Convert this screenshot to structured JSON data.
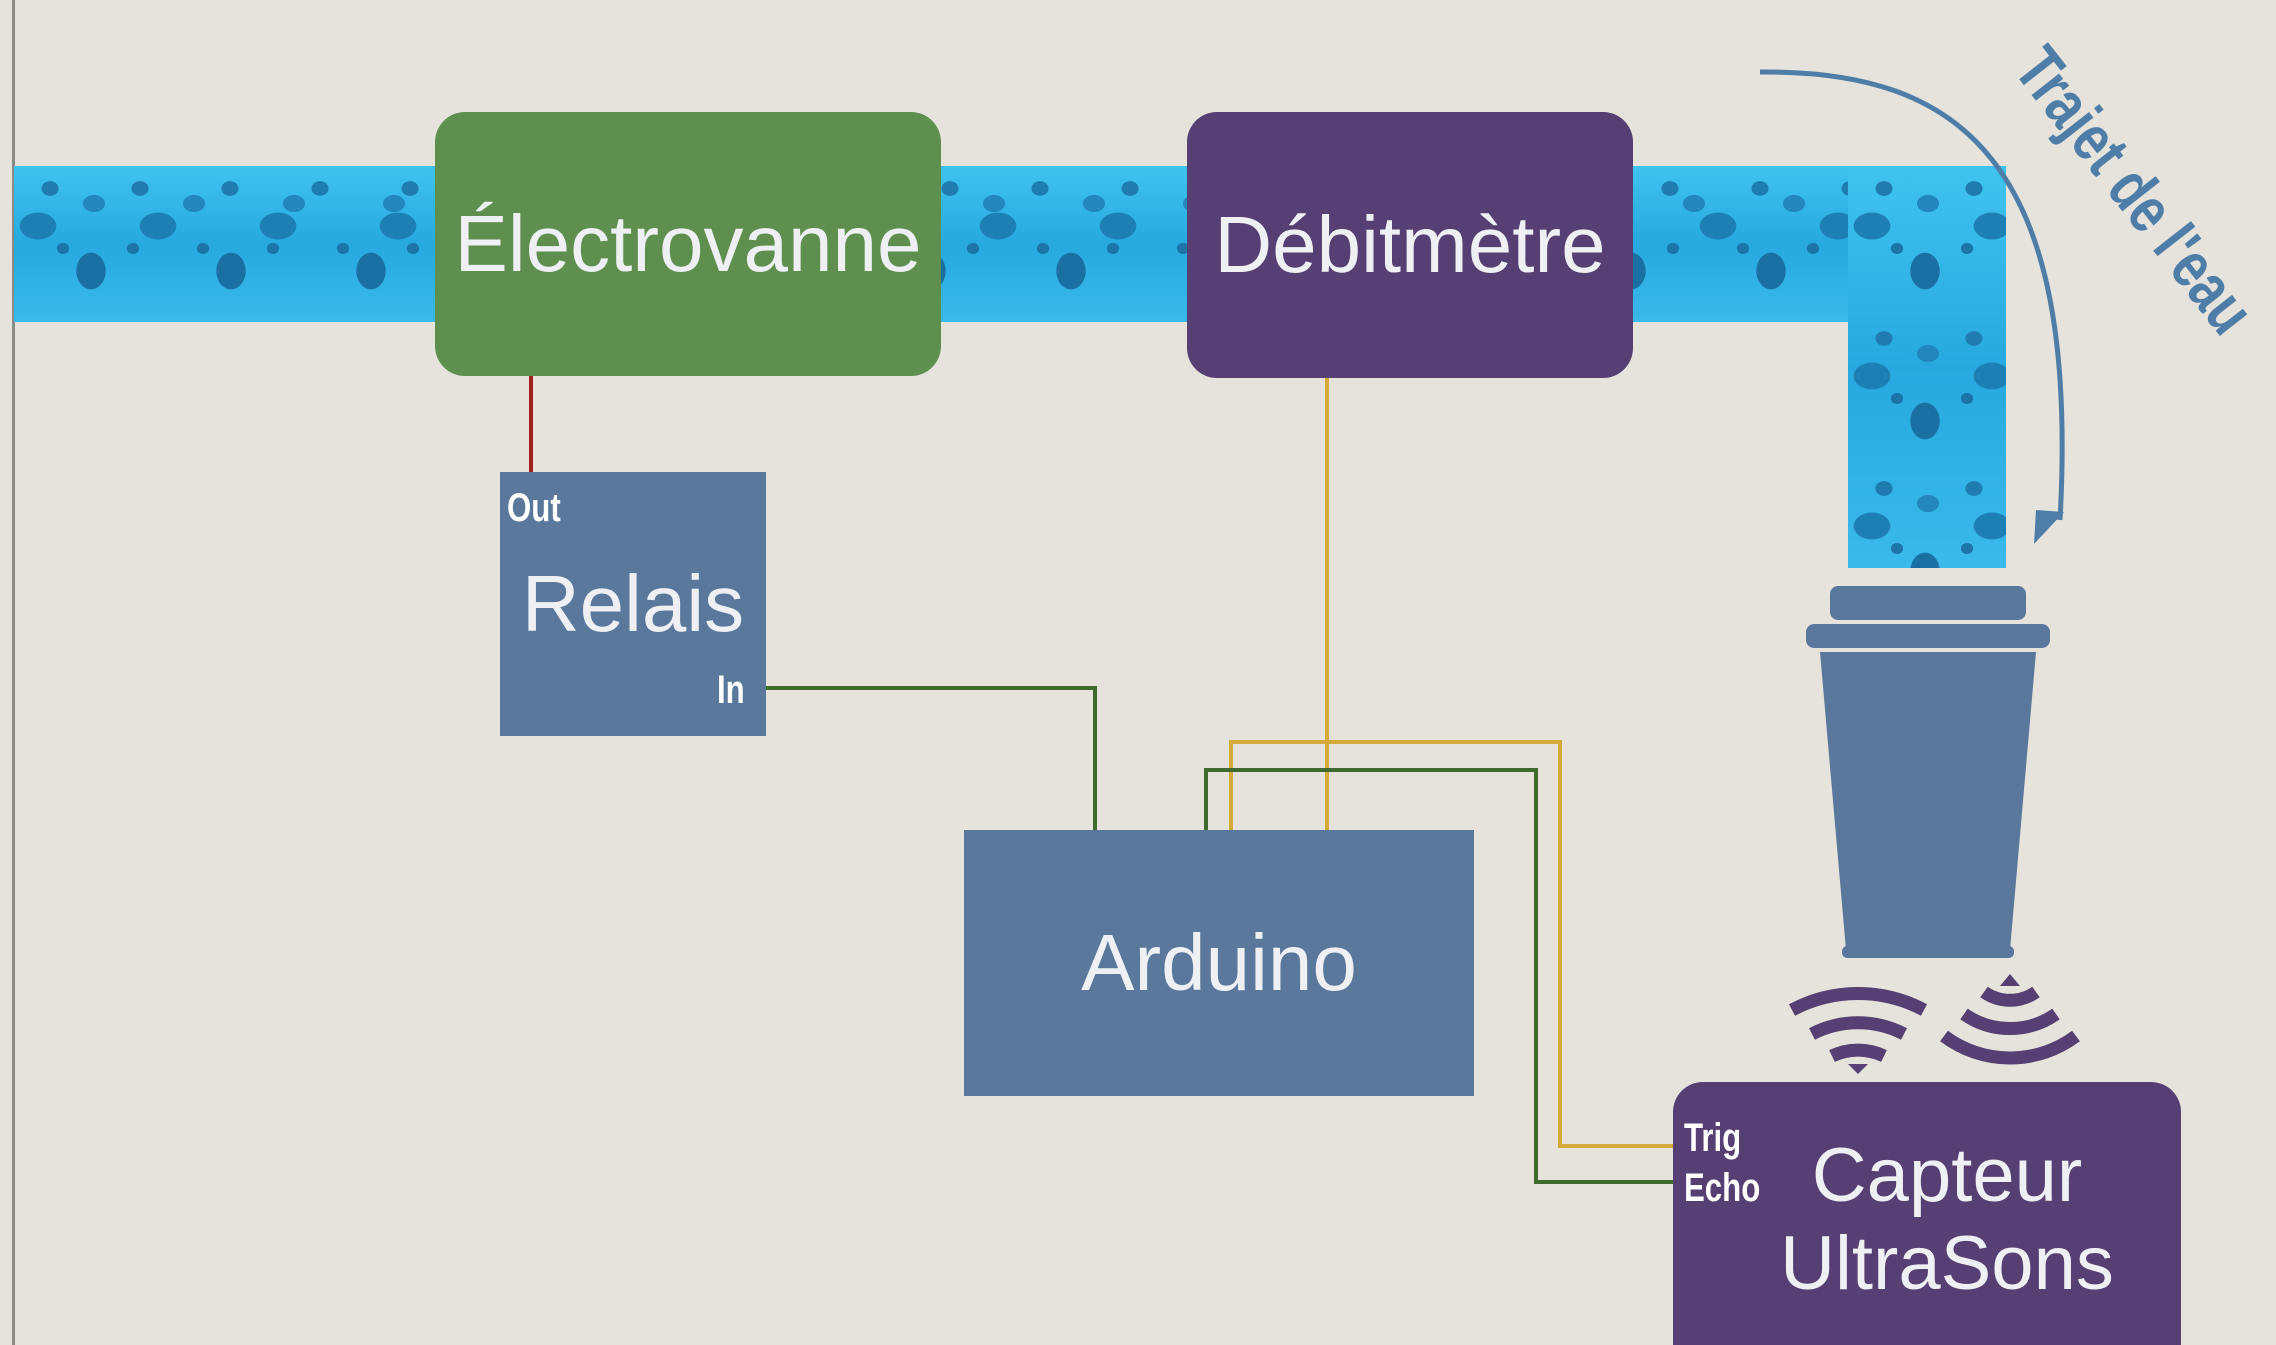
{
  "blocks": {
    "electrovanne": "Électrovanne",
    "debitmetre": "Débitmètre",
    "relais": "Relais",
    "arduino": "Arduino",
    "capteur_line1": "Capteur",
    "capteur_line2": "UltraSons"
  },
  "pins": {
    "relais_out": "Out",
    "relais_in": "In",
    "capteur_trig": "Trig",
    "capteur_echo": "Echo"
  },
  "flow_label": "Trajet de l'eau",
  "colors": {
    "electrovanne": "#5f8f4f",
    "debitmetre": "#563f72",
    "relais": "#5a779c",
    "arduino": "#5a779c",
    "capteur": "#563f72",
    "cup": "#5a779c",
    "water": "#2aa9df",
    "wire_red": "#a3221d",
    "wire_yellow": "#d4aa3a",
    "wire_green": "#3f6a2e",
    "flow_arrow": "#4e7da8"
  },
  "icons": [
    "wifi-signal-icon",
    "sonar-signal-icon",
    "cup-icon",
    "flow-arrow-icon"
  ]
}
